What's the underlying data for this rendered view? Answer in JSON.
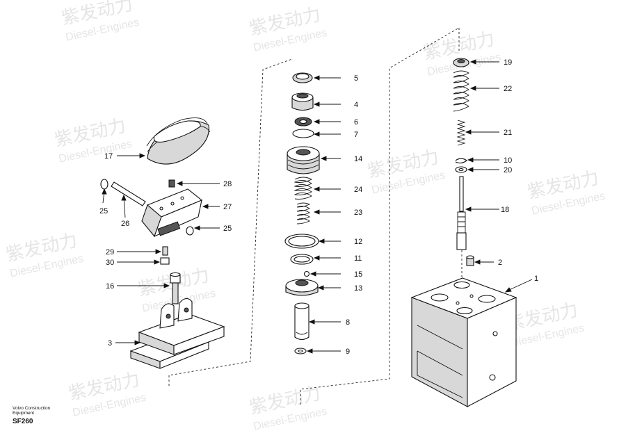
{
  "footer": {
    "company_line1": "Volvo Construction",
    "company_line2": "Equipment",
    "code": "SF260"
  },
  "watermark": {
    "cn": "紫发动力",
    "en": "Diesel-Engines"
  },
  "callouts": [
    {
      "id": "c5",
      "label": "5"
    },
    {
      "id": "c4",
      "label": "4"
    },
    {
      "id": "c6",
      "label": "6"
    },
    {
      "id": "c7",
      "label": "7"
    },
    {
      "id": "c14",
      "label": "14"
    },
    {
      "id": "c24",
      "label": "24"
    },
    {
      "id": "c23",
      "label": "23"
    },
    {
      "id": "c12",
      "label": "12"
    },
    {
      "id": "c11",
      "label": "11"
    },
    {
      "id": "c15",
      "label": "15"
    },
    {
      "id": "c13",
      "label": "13"
    },
    {
      "id": "c8",
      "label": "8"
    },
    {
      "id": "c9",
      "label": "9"
    },
    {
      "id": "c19",
      "label": "19"
    },
    {
      "id": "c22",
      "label": "22"
    },
    {
      "id": "c21",
      "label": "21"
    },
    {
      "id": "c10",
      "label": "10"
    },
    {
      "id": "c20",
      "label": "20"
    },
    {
      "id": "c18",
      "label": "18"
    },
    {
      "id": "c2",
      "label": "2"
    },
    {
      "id": "c1",
      "label": "1"
    },
    {
      "id": "c17",
      "label": "17"
    },
    {
      "id": "c28",
      "label": "28"
    },
    {
      "id": "c27",
      "label": "27"
    },
    {
      "id": "c25a",
      "label": "25"
    },
    {
      "id": "c26",
      "label": "26"
    },
    {
      "id": "c25b",
      "label": "25"
    },
    {
      "id": "c29",
      "label": "29"
    },
    {
      "id": "c30",
      "label": "30"
    },
    {
      "id": "c16",
      "label": "16"
    },
    {
      "id": "c3",
      "label": "3"
    }
  ]
}
